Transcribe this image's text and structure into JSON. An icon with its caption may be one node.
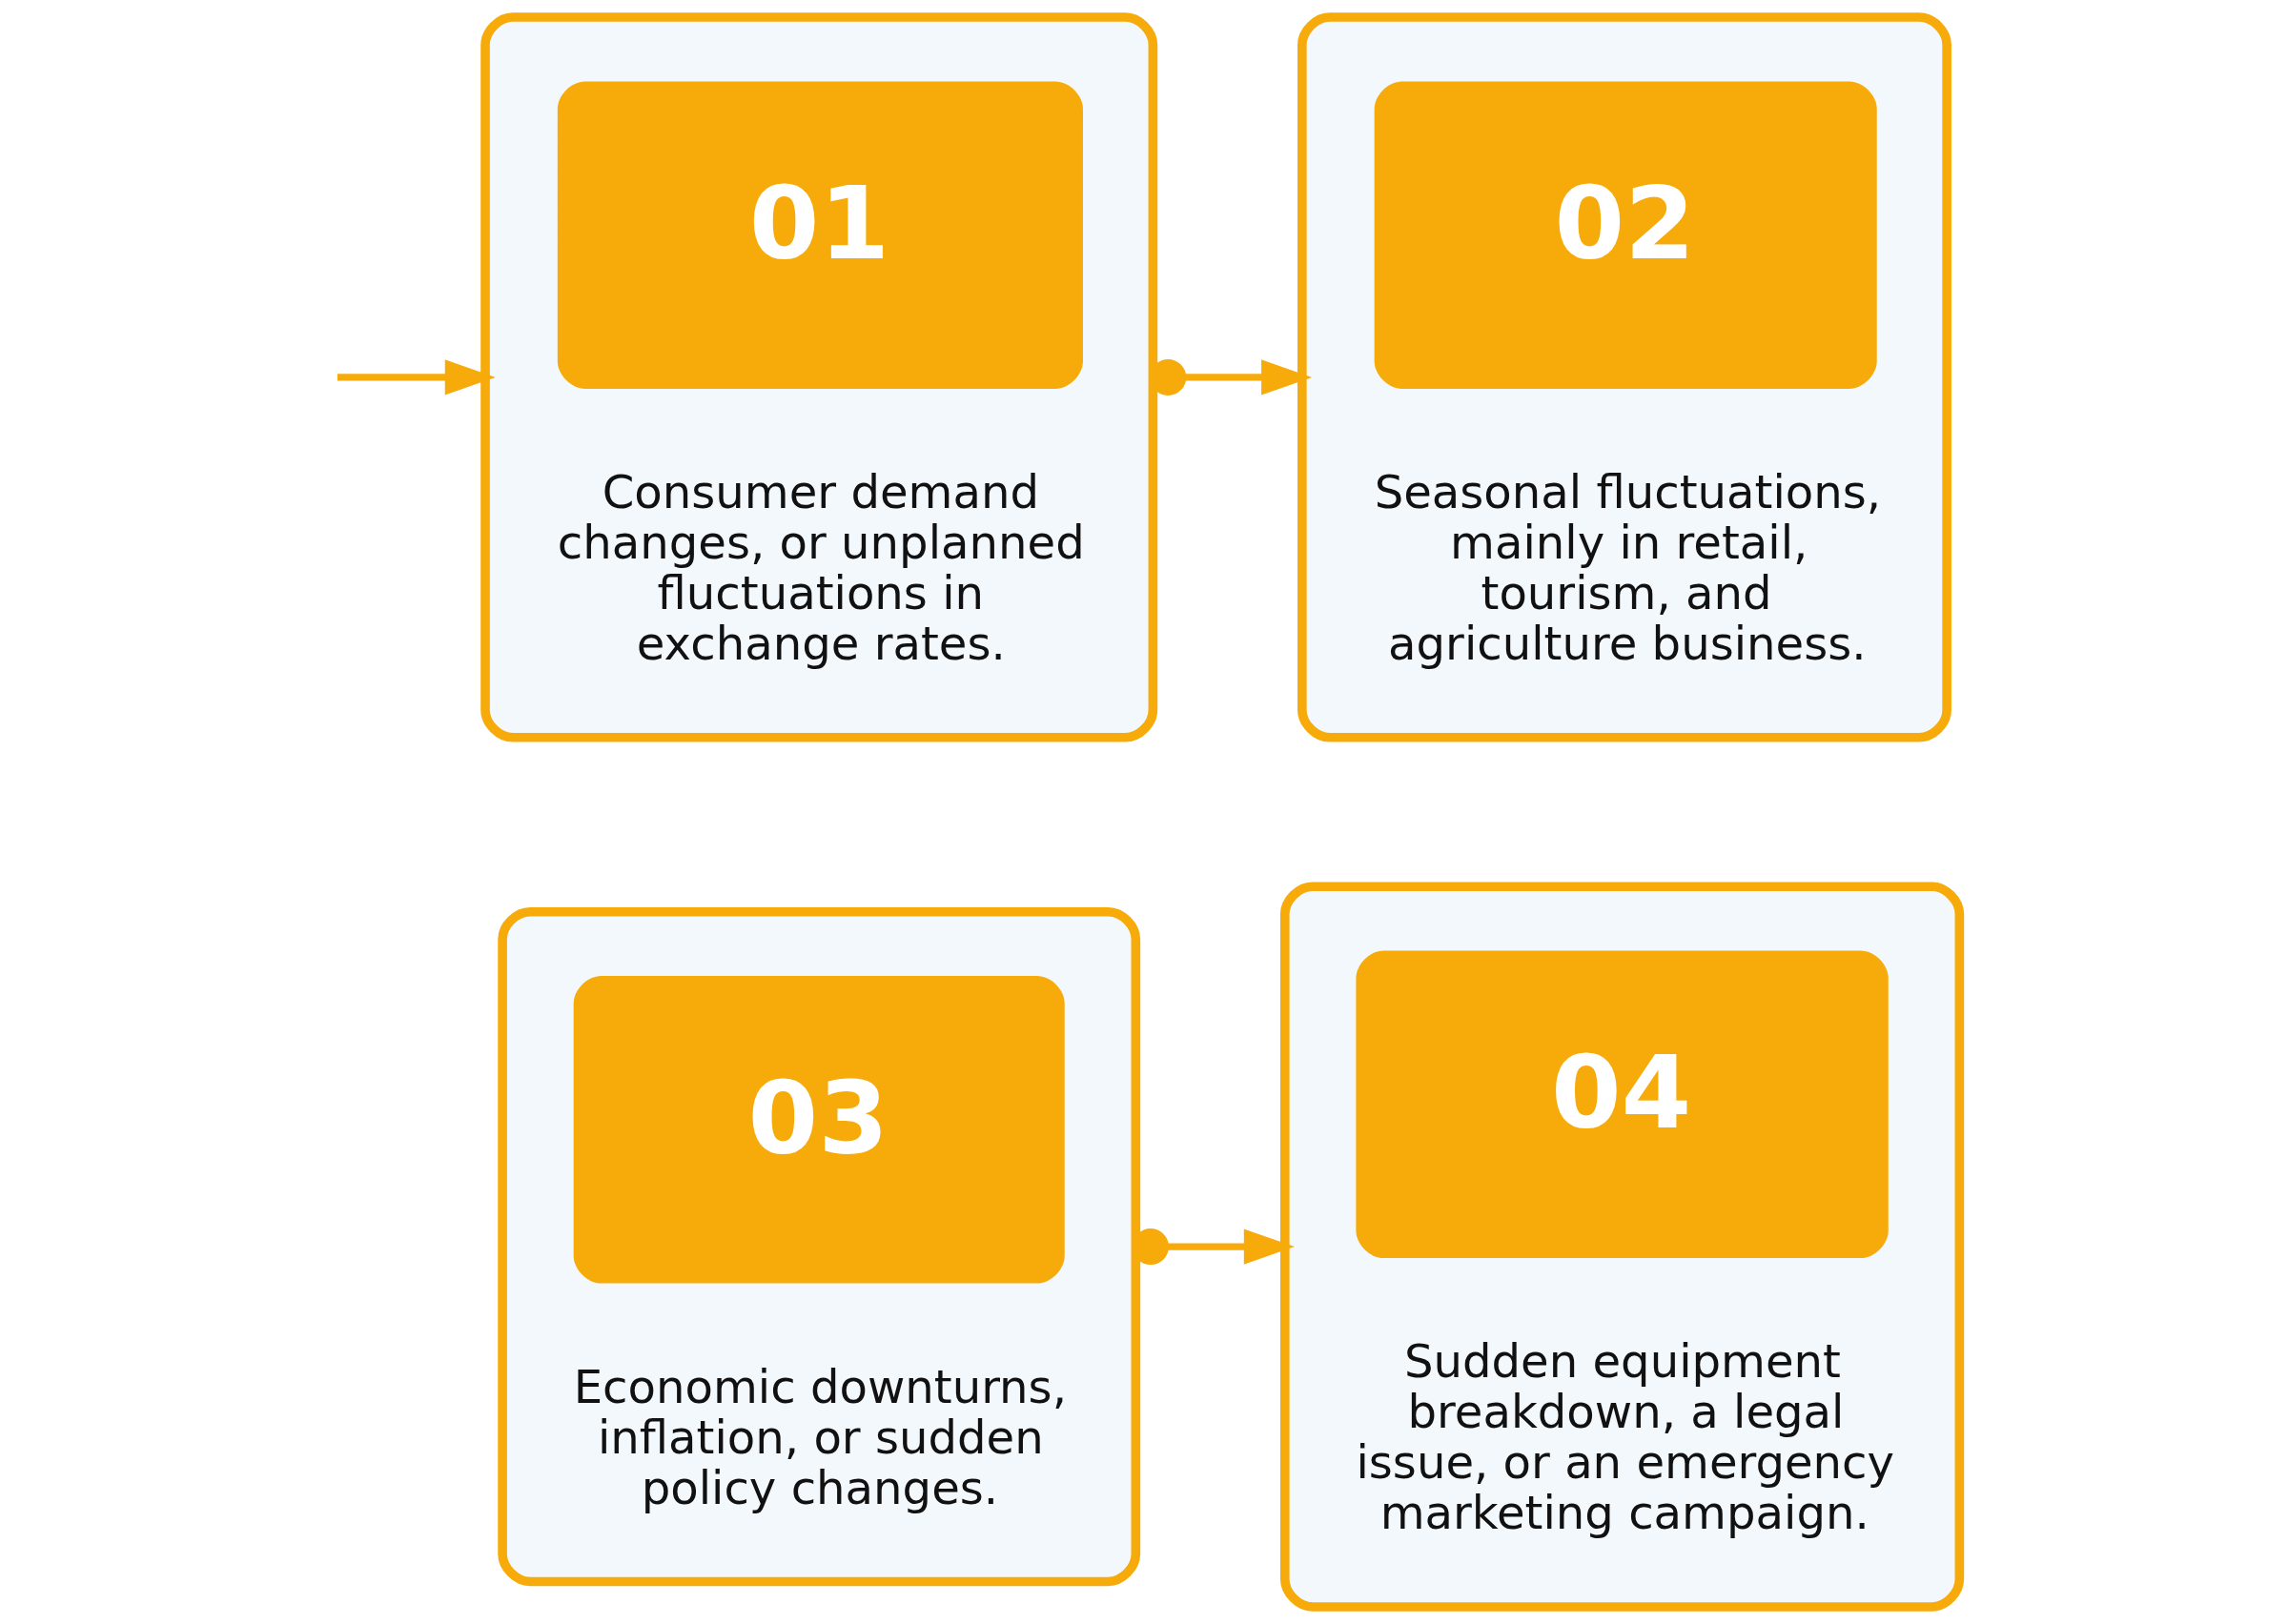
{
  "diagram": {
    "nodes": [
      {
        "text": [
          "01",
          "Consumer demand changes, or unplanned fluctuations in exchange rates."
        ]
      },
      {
        "text": [
          "02",
          "Seasonal fluctuations, mainly in retail, tourism, and agriculture business."
        ]
      },
      {
        "text": [
          "03",
          "Economic downturns, inflation, or sudden policy changes."
        ]
      },
      {
        "text": [
          "04",
          "Sudden equipment breakdown, a legal issue, or an emergency marketing campaign."
        ]
      }
    ],
    "edges": [
      {
        "from": null,
        "to": 0,
        "arrow": "to"
      },
      {
        "from": 0,
        "to": 1,
        "arrow": "to"
      },
      {
        "from": 2,
        "to": 3,
        "arrow": "to"
      }
    ]
  }
}
